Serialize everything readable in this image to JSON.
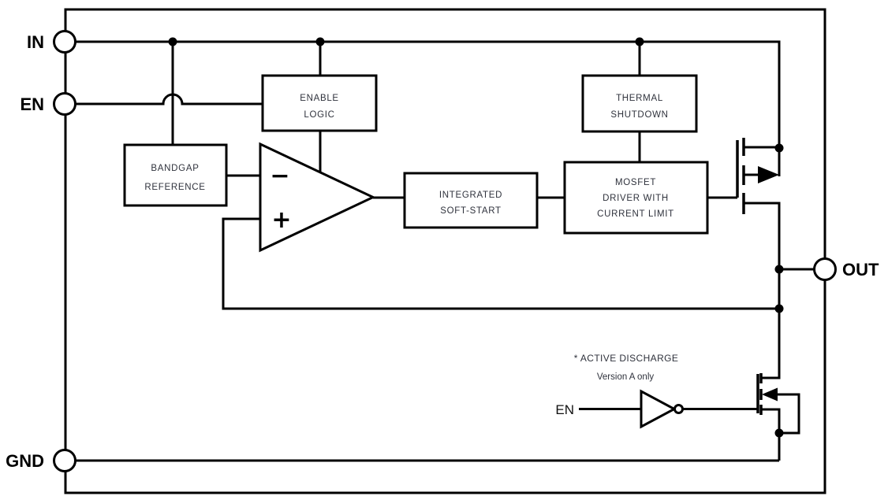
{
  "diagram": {
    "pins": {
      "in": "IN",
      "en": "EN",
      "gnd": "GND",
      "out": "OUT"
    },
    "blocks": {
      "enable_logic": {
        "line1": "ENABLE",
        "line2": "LOGIC"
      },
      "thermal_shutdown": {
        "line1": "THERMAL",
        "line2": "SHUTDOWN"
      },
      "bandgap_reference": {
        "line1": "BANDGAP",
        "line2": "REFERENCE"
      },
      "integrated_soft_start": {
        "line1": "INTEGRATED",
        "line2": "SOFT-START"
      },
      "mosfet_driver": {
        "line1": "MOSFET",
        "line2": "DRIVER WITH",
        "line3": "CURRENT LIMIT"
      }
    },
    "error_amplifier": {
      "inverting_input": "−",
      "noninverting_input": "+"
    },
    "active_discharge": {
      "title": "* ACTIVE DISCHARGE",
      "subtitle": "Version A only",
      "inverter_input_label": "EN"
    },
    "colors": {
      "line": "#000000",
      "block_text": "#2f323c",
      "background": "#ffffff"
    }
  }
}
